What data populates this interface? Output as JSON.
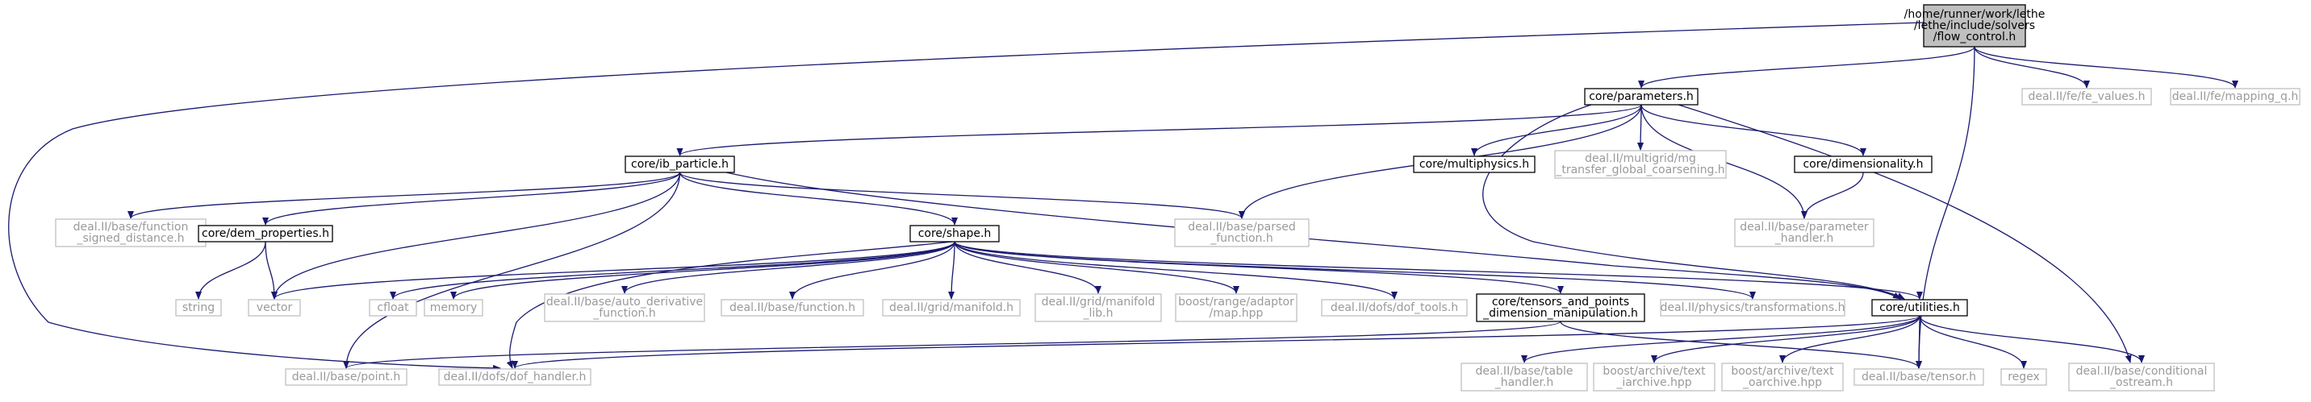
{
  "colors": {
    "edge": "#191970",
    "root_fill": "#bfbfbf",
    "node_fill": "#ffffff",
    "documented_border": "#000000",
    "external_border": "#bfbfbf",
    "documented_text": "#000000",
    "external_text": "#9a9a9a"
  },
  "nodes": [
    {
      "id": "root",
      "kind": "root",
      "lines": [
        "/home/runner/work/lethe",
        "/lethe/include/solvers",
        "/flow_control.h"
      ]
    },
    {
      "id": "parameters",
      "kind": "doc",
      "lines": [
        "core/parameters.h"
      ]
    },
    {
      "id": "fe_values",
      "kind": "ext",
      "lines": [
        "deal.II/fe/fe_values.h"
      ]
    },
    {
      "id": "mapping_q",
      "kind": "ext",
      "lines": [
        "deal.II/fe/mapping_q.h"
      ]
    },
    {
      "id": "ib_particle",
      "kind": "doc",
      "lines": [
        "core/ib_particle.h"
      ]
    },
    {
      "id": "multiphysics",
      "kind": "doc",
      "lines": [
        "core/multiphysics.h"
      ]
    },
    {
      "id": "mg_transfer",
      "kind": "ext",
      "lines": [
        "deal.II/multigrid/mg",
        "_transfer_global_coarsening.h"
      ]
    },
    {
      "id": "dimensionality",
      "kind": "doc",
      "lines": [
        "core/dimensionality.h"
      ]
    },
    {
      "id": "func_sd",
      "kind": "ext",
      "lines": [
        "deal.II/base/function",
        "_signed_distance.h"
      ]
    },
    {
      "id": "dem_props",
      "kind": "doc",
      "lines": [
        "core/dem_properties.h"
      ]
    },
    {
      "id": "shape",
      "kind": "doc",
      "lines": [
        "core/shape.h"
      ]
    },
    {
      "id": "parsed_func",
      "kind": "ext",
      "lines": [
        "deal.II/base/parsed",
        "_function.h"
      ]
    },
    {
      "id": "param_handler",
      "kind": "ext",
      "lines": [
        "deal.II/base/parameter",
        "_handler.h"
      ]
    },
    {
      "id": "string",
      "kind": "ext",
      "lines": [
        "string"
      ]
    },
    {
      "id": "vector",
      "kind": "ext",
      "lines": [
        "vector"
      ]
    },
    {
      "id": "cfloat",
      "kind": "ext",
      "lines": [
        "cfloat"
      ]
    },
    {
      "id": "memory",
      "kind": "ext",
      "lines": [
        "memory"
      ]
    },
    {
      "id": "auto_deriv",
      "kind": "ext",
      "lines": [
        "deal.II/base/auto_derivative",
        "_function.h"
      ]
    },
    {
      "id": "function",
      "kind": "ext",
      "lines": [
        "deal.II/base/function.h"
      ]
    },
    {
      "id": "manifold",
      "kind": "ext",
      "lines": [
        "deal.II/grid/manifold.h"
      ]
    },
    {
      "id": "manifold_lib",
      "kind": "ext",
      "lines": [
        "deal.II/grid/manifold",
        "_lib.h"
      ]
    },
    {
      "id": "boost_map",
      "kind": "ext",
      "lines": [
        "boost/range/adaptor",
        "/map.hpp"
      ]
    },
    {
      "id": "dof_tools",
      "kind": "ext",
      "lines": [
        "deal.II/dofs/dof_tools.h"
      ]
    },
    {
      "id": "tensors",
      "kind": "doc",
      "lines": [
        "core/tensors_and_points",
        "_dimension_manipulation.h"
      ]
    },
    {
      "id": "transforms",
      "kind": "ext",
      "lines": [
        "deal.II/physics/transformations.h"
      ]
    },
    {
      "id": "utilities",
      "kind": "doc",
      "lines": [
        "core/utilities.h"
      ]
    },
    {
      "id": "point",
      "kind": "ext",
      "lines": [
        "deal.II/base/point.h"
      ]
    },
    {
      "id": "dof_handler",
      "kind": "ext",
      "lines": [
        "deal.II/dofs/dof_handler.h"
      ]
    },
    {
      "id": "table_handler",
      "kind": "ext",
      "lines": [
        "deal.II/base/table",
        "_handler.h"
      ]
    },
    {
      "id": "text_iarchive",
      "kind": "ext",
      "lines": [
        "boost/archive/text",
        "_iarchive.hpp"
      ]
    },
    {
      "id": "text_oarchive",
      "kind": "ext",
      "lines": [
        "boost/archive/text",
        "_oarchive.hpp"
      ]
    },
    {
      "id": "tensor",
      "kind": "ext",
      "lines": [
        "deal.II/base/tensor.h"
      ]
    },
    {
      "id": "regex",
      "kind": "ext",
      "lines": [
        "regex"
      ]
    },
    {
      "id": "cond_ostream",
      "kind": "ext",
      "lines": [
        "deal.II/base/conditional",
        "_ostream.h"
      ]
    }
  ],
  "edges": [
    [
      "root",
      "parameters"
    ],
    [
      "root",
      "fe_values"
    ],
    [
      "root",
      "mapping_q"
    ],
    [
      "root",
      "dof_handler"
    ],
    [
      "root",
      "tensor"
    ],
    [
      "parameters",
      "ib_particle"
    ],
    [
      "parameters",
      "multiphysics"
    ],
    [
      "parameters",
      "mg_transfer"
    ],
    [
      "parameters",
      "dimensionality"
    ],
    [
      "parameters",
      "parsed_func"
    ],
    [
      "parameters",
      "param_handler"
    ],
    [
      "parameters",
      "utilities"
    ],
    [
      "parameters",
      "cond_ostream"
    ],
    [
      "ib_particle",
      "func_sd"
    ],
    [
      "ib_particle",
      "dem_props"
    ],
    [
      "ib_particle",
      "shape"
    ],
    [
      "ib_particle",
      "parsed_func"
    ],
    [
      "ib_particle",
      "vector"
    ],
    [
      "ib_particle",
      "point"
    ],
    [
      "ib_particle",
      "utilities"
    ],
    [
      "dimensionality",
      "param_handler"
    ],
    [
      "dem_props",
      "string"
    ],
    [
      "dem_props",
      "vector"
    ],
    [
      "shape",
      "cfloat"
    ],
    [
      "shape",
      "memory"
    ],
    [
      "shape",
      "auto_deriv"
    ],
    [
      "shape",
      "function"
    ],
    [
      "shape",
      "manifold"
    ],
    [
      "shape",
      "manifold_lib"
    ],
    [
      "shape",
      "boost_map"
    ],
    [
      "shape",
      "dof_tools"
    ],
    [
      "shape",
      "tensors"
    ],
    [
      "shape",
      "transforms"
    ],
    [
      "shape",
      "utilities"
    ],
    [
      "shape",
      "dof_handler"
    ],
    [
      "shape",
      "vector"
    ],
    [
      "tensors",
      "point"
    ],
    [
      "tensors",
      "tensor"
    ],
    [
      "utilities",
      "table_handler"
    ],
    [
      "utilities",
      "text_iarchive"
    ],
    [
      "utilities",
      "text_oarchive"
    ],
    [
      "utilities",
      "tensor"
    ],
    [
      "utilities",
      "regex"
    ],
    [
      "utilities",
      "cond_ostream"
    ],
    [
      "utilities",
      "dof_handler"
    ]
  ]
}
